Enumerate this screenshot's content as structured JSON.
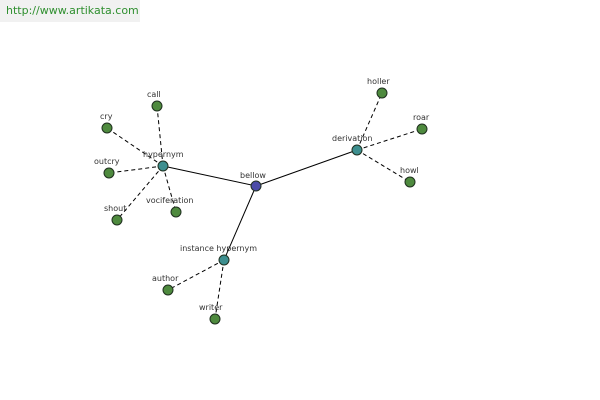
{
  "header": {
    "site_url": "http://www.artikata.com"
  },
  "colors": {
    "root": "#4b4ba8",
    "relation": "#3d8f8f",
    "leaf": "#4e8a3e"
  },
  "graph": {
    "root": {
      "id": "bellow",
      "label": "bellow"
    },
    "relations": [
      {
        "id": "hypernym",
        "label": "hypernym"
      },
      {
        "id": "derivation",
        "label": "derivation"
      },
      {
        "id": "instance-hypernym",
        "label": "instance hypernym"
      }
    ],
    "leaves": [
      {
        "id": "call",
        "label": "call",
        "parent": "hypernym"
      },
      {
        "id": "cry",
        "label": "cry",
        "parent": "hypernym"
      },
      {
        "id": "outcry",
        "label": "outcry",
        "parent": "hypernym"
      },
      {
        "id": "shout",
        "label": "shout",
        "parent": "hypernym"
      },
      {
        "id": "vociferation",
        "label": "vociferation",
        "parent": "hypernym"
      },
      {
        "id": "holler",
        "label": "holler",
        "parent": "derivation"
      },
      {
        "id": "roar",
        "label": "roar",
        "parent": "derivation"
      },
      {
        "id": "howl",
        "label": "howl",
        "parent": "derivation"
      },
      {
        "id": "author",
        "label": "author",
        "parent": "instance-hypernym"
      },
      {
        "id": "writer",
        "label": "writer",
        "parent": "instance-hypernym"
      }
    ]
  }
}
